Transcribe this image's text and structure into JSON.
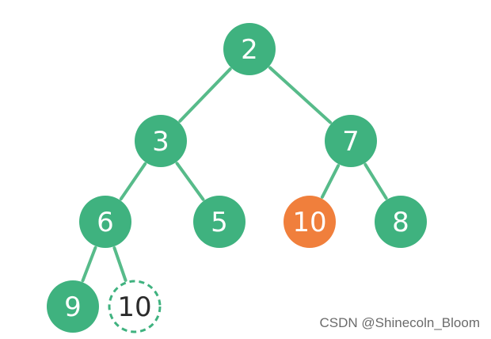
{
  "colors": {
    "node_fill": "#3fb27f",
    "highlight_fill": "#f07f3c",
    "edge": "#57bb8a",
    "dashed_stroke": "#3fb27f",
    "dark_text": "#2b2b2b"
  },
  "tree": {
    "nodes": [
      {
        "id": "n2",
        "label": "2",
        "style": "normal"
      },
      {
        "id": "n3",
        "label": "3",
        "style": "normal"
      },
      {
        "id": "n7",
        "label": "7",
        "style": "normal"
      },
      {
        "id": "n6",
        "label": "6",
        "style": "normal"
      },
      {
        "id": "n5",
        "label": "5",
        "style": "normal"
      },
      {
        "id": "n10",
        "label": "10",
        "style": "highlight"
      },
      {
        "id": "n8",
        "label": "8",
        "style": "normal"
      },
      {
        "id": "n9",
        "label": "9",
        "style": "normal"
      },
      {
        "id": "n10b",
        "label": "10",
        "style": "dashed"
      }
    ],
    "edges": [
      [
        "n2",
        "n3"
      ],
      [
        "n2",
        "n7"
      ],
      [
        "n3",
        "n6"
      ],
      [
        "n3",
        "n5"
      ],
      [
        "n7",
        "n10"
      ],
      [
        "n7",
        "n8"
      ],
      [
        "n6",
        "n9"
      ],
      [
        "n6",
        "n10b"
      ]
    ]
  },
  "watermark": "CSDN @Shinecoln_Bloom"
}
